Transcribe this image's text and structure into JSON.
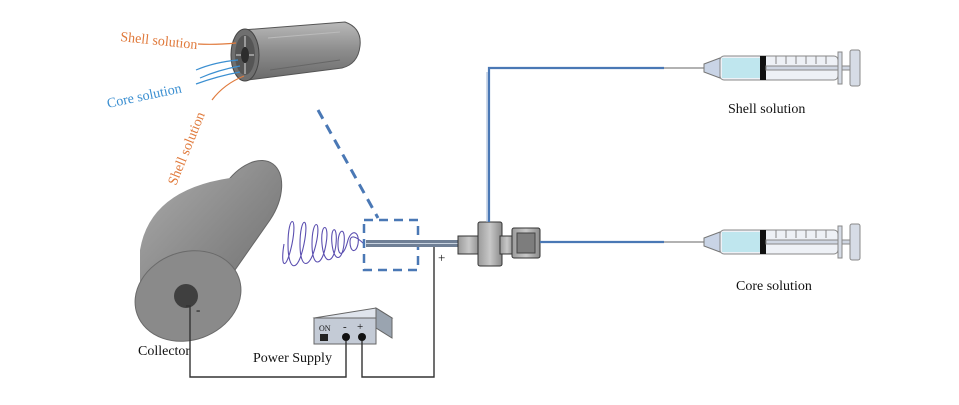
{
  "labels": {
    "shell_top": "Shell solution",
    "core_left": "Core solution",
    "shell_diag": "Shell solution",
    "syringe_shell": "Shell solution",
    "syringe_core": "Core solution",
    "collector": "Collector",
    "power_supply": "Power Supply",
    "plus_terminal": "+",
    "minus_terminal": "-",
    "on_switch": "ON",
    "ps_minus": "-",
    "ps_plus": "+"
  },
  "colors": {
    "shell": "#e07a3c",
    "core": "#3b8fd1",
    "tube": "#4a78b5",
    "fiber": "#5b4fb0",
    "liquid": "#bfe6ee",
    "wire": "#333333",
    "cylinder": "#8c8c8c"
  }
}
